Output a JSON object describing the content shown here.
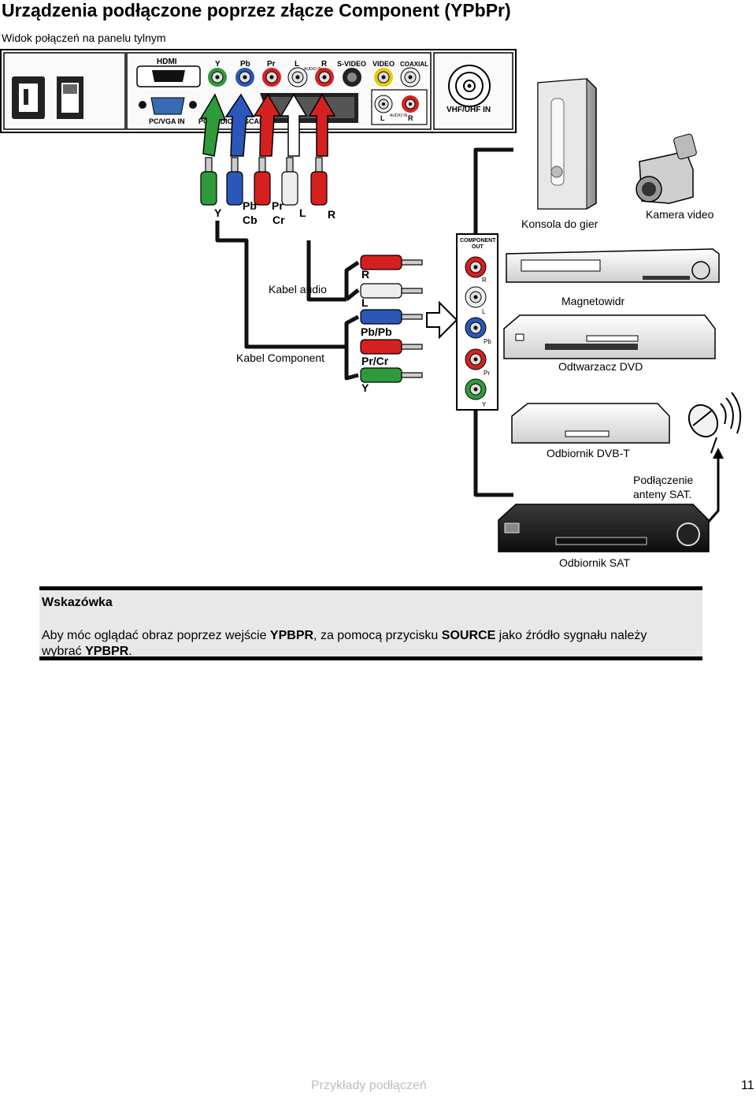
{
  "page": {
    "title": "Urządzenia podłączone poprzez złącze Component (YPbPr)",
    "subtitle": "Widok połączeń na panelu tylnym"
  },
  "panel": {
    "hdmi": "HDMI",
    "pc_vga": "PC/VGA IN",
    "pc_audio": "PC AUDIO IN",
    "scart": "SCART",
    "comp_y": "Y",
    "comp_pb": "Pb",
    "comp_pr": "Pr",
    "audio_l": "L",
    "audio_r": "R",
    "audio_in": "AUDIO IN",
    "svideo": "S-VIDEO",
    "video": "VIDEO",
    "coaxial": "COAXIAL",
    "audio2_l": "L",
    "audio2_r": "R",
    "audio2_in": "AUDIO IN",
    "vhf": "VHF/UHF IN"
  },
  "plugs": {
    "y": "Y",
    "pb": "Pb",
    "cb": "Cb",
    "pr": "Pr",
    "cr": "Cr",
    "l": "L",
    "r": "R"
  },
  "cables": {
    "audio": "Kabel audio",
    "component": "Kabel Component",
    "plug_r": "R",
    "plug_l": "L",
    "plug_pb": "Pb/Pb",
    "plug_pr": "Pr/Cr",
    "plug_y": "Y"
  },
  "component_out": {
    "title_line1": "COMPONENT",
    "title_line2": "OUT",
    "r": "R",
    "l": "L",
    "pb": "Pb",
    "pr": "Pr",
    "y": "Y"
  },
  "devices": {
    "console": "Konsola do gier",
    "camera": "Kamera video",
    "vcr": "Magnetowidr",
    "dvd": "Odtwarzacz DVD",
    "dvbt": "Odbiornik DVB-T",
    "antenna_line1": "Podłączenie",
    "antenna_line2": "anteny SAT.",
    "sat": "Odbiornik SAT"
  },
  "tip": {
    "heading": "Wskazówka",
    "text_1": "Aby móc oglądać obraz poprzez wejście ",
    "bold_1": "YPBPR",
    "text_2": ", za pomocą przycisku ",
    "bold_2": "SOURCE",
    "text_3": " jako źródło sygnału należy wybrać ",
    "bold_3": "YPBPR",
    "text_4": "."
  },
  "footer": {
    "section": "Przykłady podłączeń",
    "page_number": "11"
  },
  "colors": {
    "green": "#2f9a3a",
    "blue": "#2a57b8",
    "red": "#d52020",
    "tip_background": "#e8e8e8"
  }
}
